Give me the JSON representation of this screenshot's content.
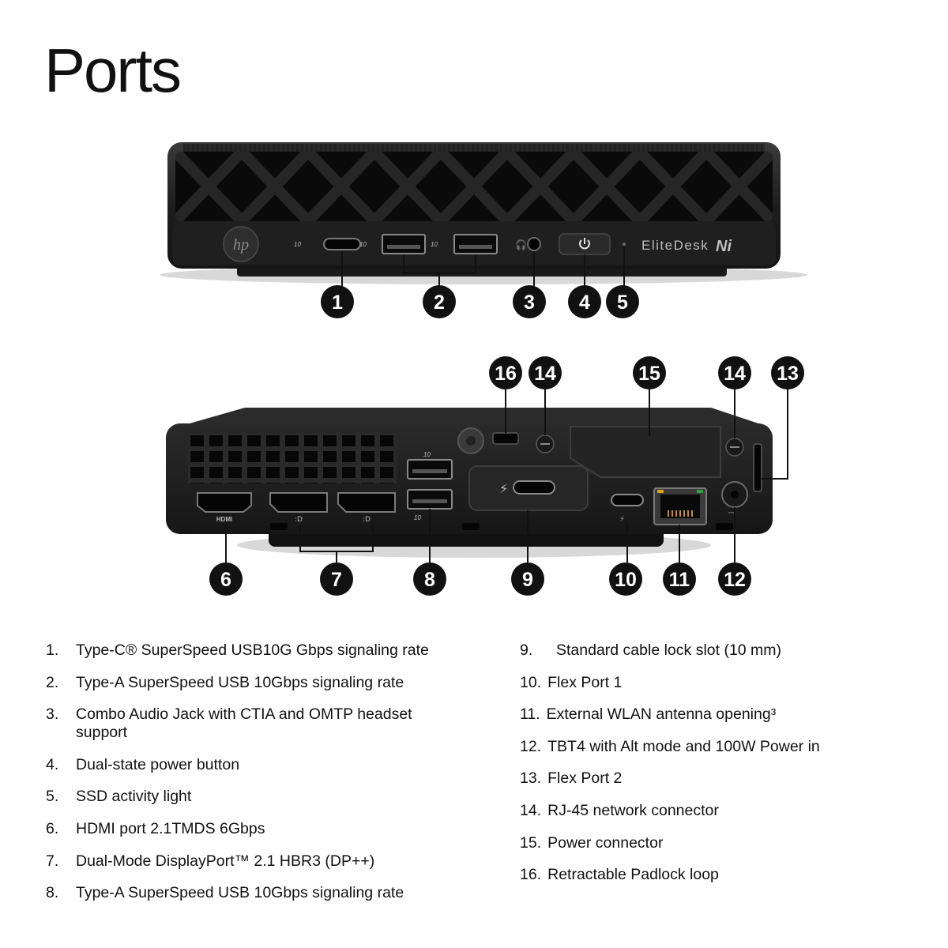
{
  "title": "Ports",
  "front_device": {
    "brand_text": "EliteDesk",
    "logo_text": "hp",
    "ai_mark": "Ni",
    "usbc_speed_label": "10",
    "usba_speed_label_1": "10",
    "usba_speed_label_2": "10"
  },
  "rear_device": {
    "hdmi_label": "HDMI",
    "usb_speed_label_top": "10",
    "usb_speed_label_bottom": "10"
  },
  "callouts": {
    "front": [
      "1",
      "2",
      "3",
      "4",
      "5"
    ],
    "rear_bottom": [
      "6",
      "7",
      "8",
      "9",
      "10",
      "11",
      "12"
    ],
    "rear_top": [
      "16",
      "14",
      "15",
      "14",
      "13"
    ]
  },
  "legend": {
    "left": [
      {
        "num": "1.",
        "text": "Type-C® SuperSpeed USB10G Gbps signaling rate"
      },
      {
        "num": "2.",
        "text": "Type-A SuperSpeed USB 10Gbps signaling rate"
      },
      {
        "num": "3.",
        "text": "Combo Audio Jack with CTIA and OMTP headset support"
      },
      {
        "num": "4.",
        "text": "Dual-state power button"
      },
      {
        "num": "5.",
        "text": "SSD activity light"
      },
      {
        "num": "6.",
        "text": "HDMI port 2.1TMDS 6Gbps"
      },
      {
        "num": "7.",
        "text": "Dual-Mode DisplayPort™ 2.1 HBR3 (DP++)"
      },
      {
        "num": "8.",
        "text": "Type-A SuperSpeed USB 10Gbps signaling rate"
      }
    ],
    "right": [
      {
        "num": "9.",
        "text": "Standard cable lock slot (10 mm)"
      },
      {
        "num": "10.",
        "text": "Flex Port 1"
      },
      {
        "num": "11.",
        "text": "External WLAN antenna opening³"
      },
      {
        "num": "12.",
        "text": "TBT4 with Alt mode and 100W Power in"
      },
      {
        "num": "13.",
        "text": "Flex Port 2"
      },
      {
        "num": "14.",
        "text": "RJ-45 network connector"
      },
      {
        "num": "15.",
        "text": "Power connector"
      },
      {
        "num": "16.",
        "text": "Retractable Padlock loop"
      }
    ]
  }
}
